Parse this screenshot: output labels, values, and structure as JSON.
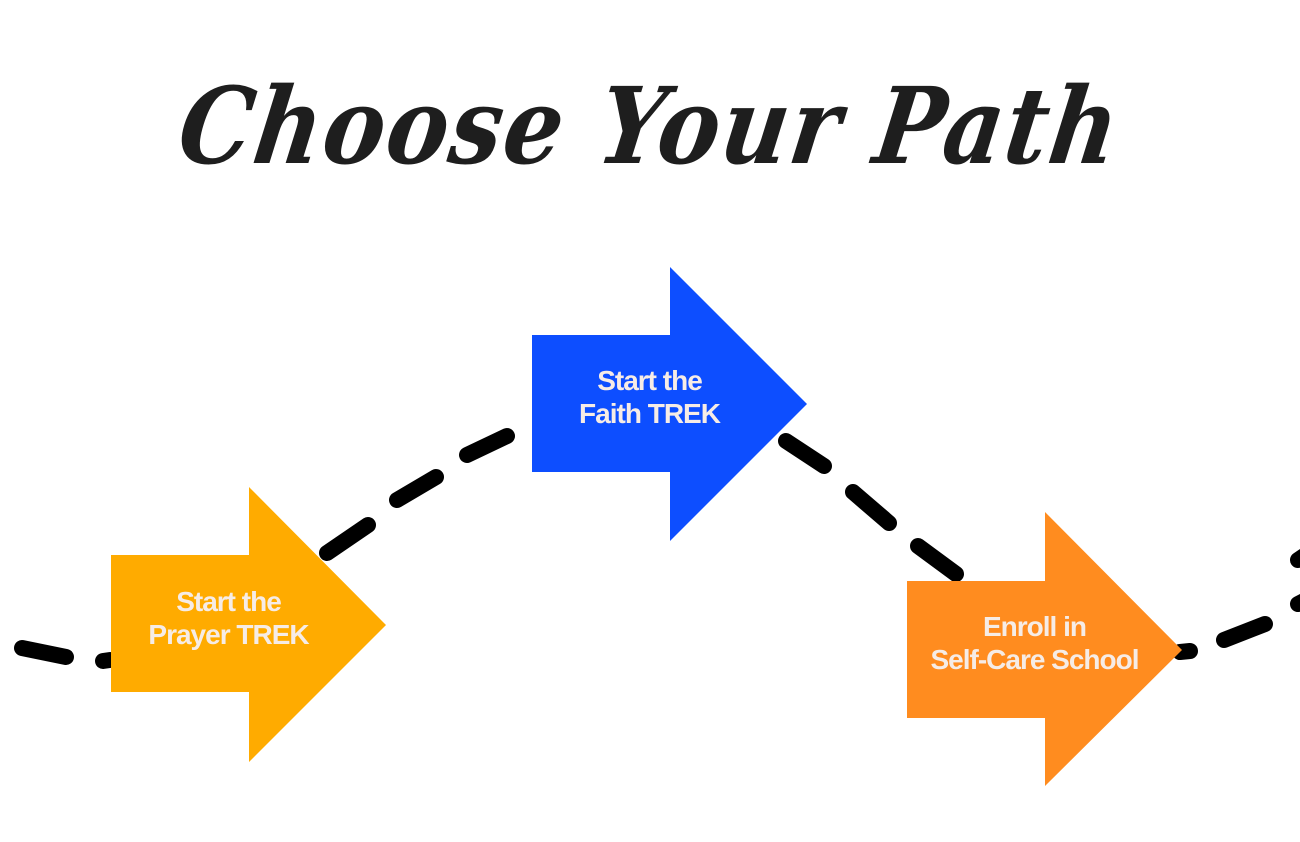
{
  "title": "Choose Your Path",
  "colors": {
    "prayer": "#FFAB00",
    "faith": "#0D4EFF",
    "selfcare": "#FF8C1F",
    "label_text": "#F6ECE6",
    "path": "#000000"
  },
  "arrows": [
    {
      "id": "prayer",
      "line1": "Start the",
      "line2": "Prayer TREK"
    },
    {
      "id": "faith",
      "line1": "Start the",
      "line2": "Faith TREK"
    },
    {
      "id": "selfcare",
      "line1": "Enroll in",
      "line2": "Self-Care School"
    }
  ]
}
